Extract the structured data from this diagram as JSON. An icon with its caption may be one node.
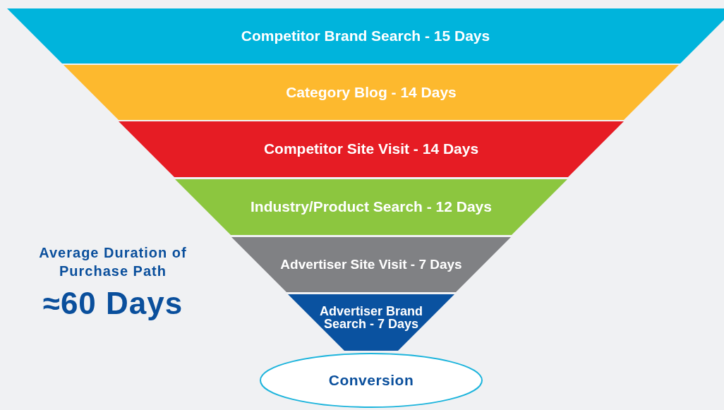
{
  "diagram": {
    "nodes": [
      {
        "text": [
          "Competitor Brand Search - 15 Days"
        ]
      },
      {
        "text": [
          "Category Blog - 14 Days"
        ]
      },
      {
        "text": [
          "Competitor Site Visit - 14 Days"
        ]
      },
      {
        "text": [
          "Industry/Product Search - 12 Days"
        ]
      },
      {
        "text": [
          "Advertiser Site Visit - 7 Days"
        ]
      },
      {
        "text": [
          "Advertiser Brand Search - 7 Days"
        ]
      },
      {
        "text": [
          "Conversion"
        ]
      }
    ],
    "labels": [
      "Average Duration of Purchase Path",
      "≈60 Days"
    ]
  }
}
